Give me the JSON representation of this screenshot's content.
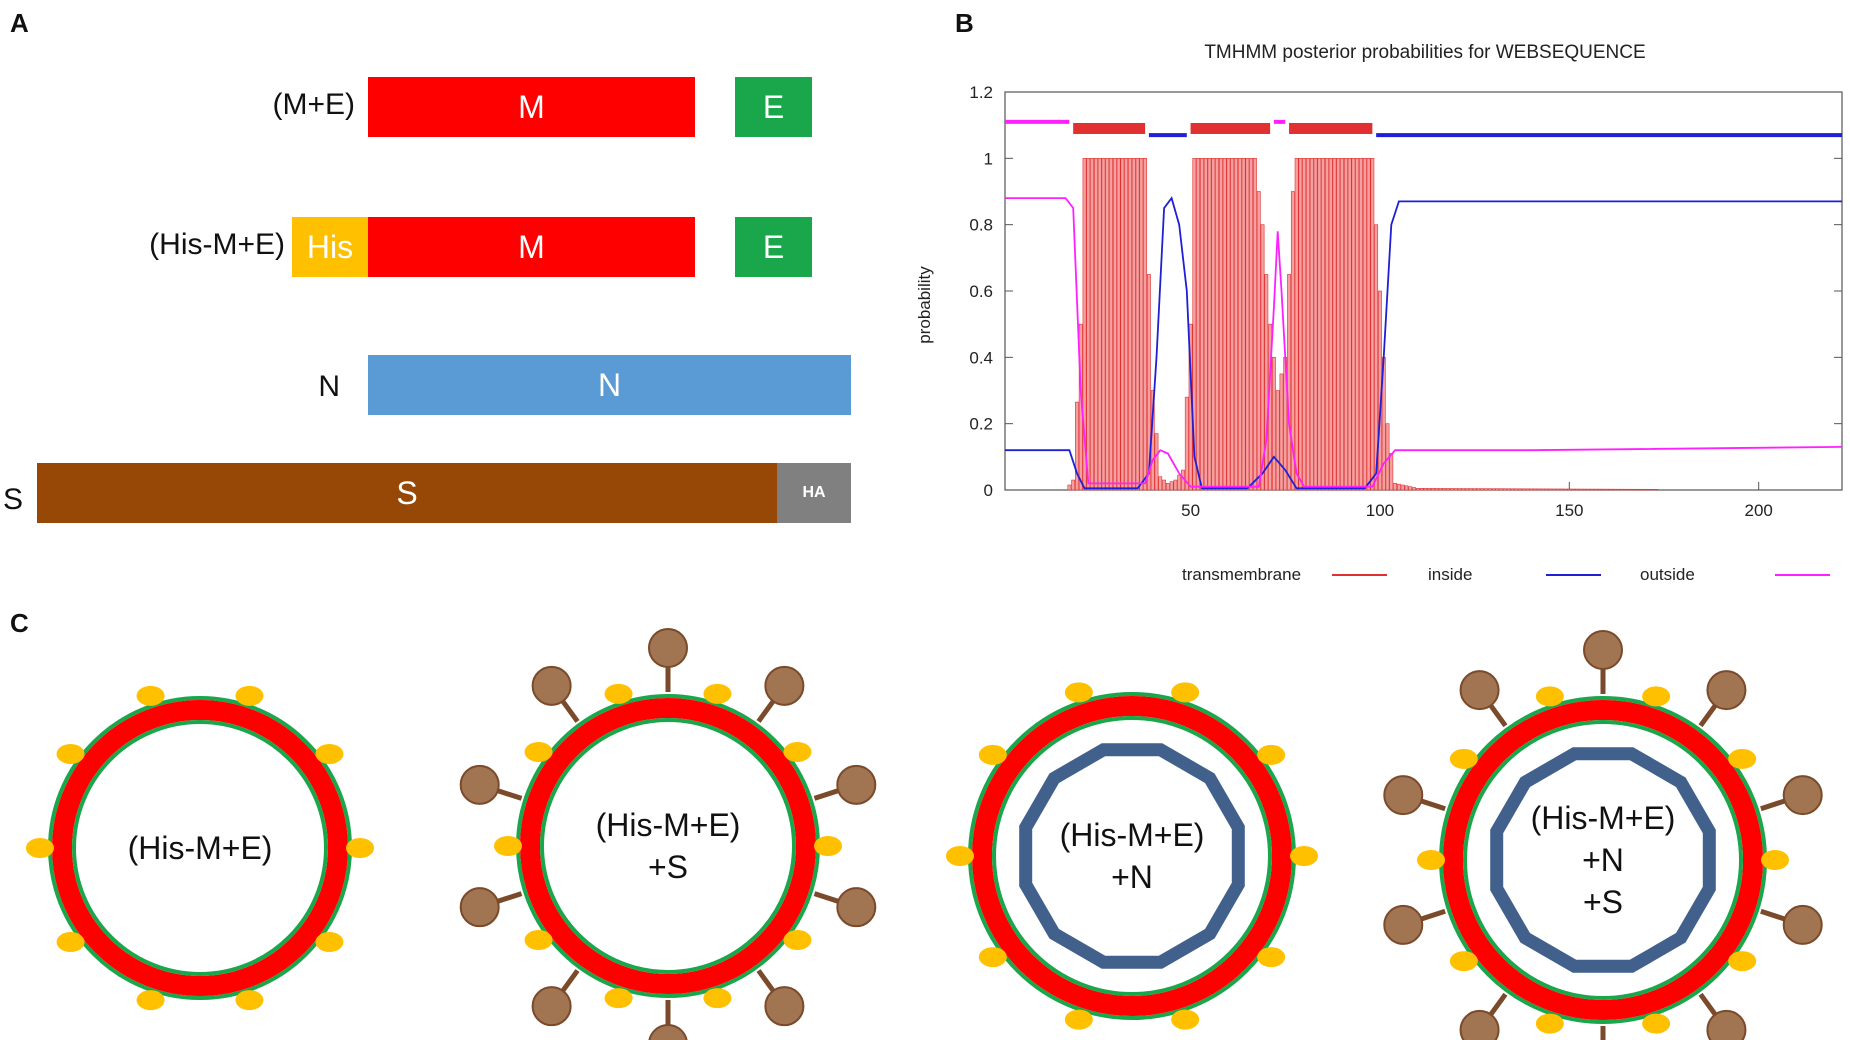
{
  "panels": {
    "a": "A",
    "b": "B",
    "c": "C"
  },
  "constructs": {
    "rows": [
      {
        "label": "(M+E)",
        "boxes": [
          {
            "text": "M",
            "color": "#ff0000"
          },
          {
            "text": "E",
            "color": "#1aa64a"
          }
        ]
      },
      {
        "label": "(His-M+E)",
        "boxes": [
          {
            "text": "His",
            "color": "#ffc000"
          },
          {
            "text": "M",
            "color": "#ff0000"
          },
          {
            "text": "E",
            "color": "#1aa64a"
          }
        ]
      },
      {
        "label": "N",
        "boxes": [
          {
            "text": "N",
            "color": "#5b9bd5"
          }
        ]
      },
      {
        "label": "S",
        "boxes": [
          {
            "text": "S",
            "color": "#974806"
          },
          {
            "text": "HA",
            "color": "#808080"
          }
        ]
      }
    ]
  },
  "chart_data": {
    "type": "line",
    "title": "TMHMM posterior probabilities for WEBSEQUENCE",
    "xlabel": "",
    "ylabel": "probability",
    "xlim": [
      1,
      222
    ],
    "ylim": [
      0,
      1.2
    ],
    "xticks": [
      50,
      100,
      150,
      200
    ],
    "yticks": [
      0,
      0.2,
      0.4,
      0.6,
      0.8,
      1,
      1.2
    ],
    "series": [
      {
        "name": "transmembrane",
        "color": "#e03030",
        "points": [
          [
            1,
            0
          ],
          [
            17,
            0
          ],
          [
            19,
            0.03
          ],
          [
            21,
            0.5
          ],
          [
            22,
            1
          ],
          [
            38,
            1
          ],
          [
            40,
            0.3
          ],
          [
            42,
            0.04
          ],
          [
            44,
            0.02
          ],
          [
            46,
            0.03
          ],
          [
            48,
            0.06
          ],
          [
            50,
            0.5
          ],
          [
            51,
            1
          ],
          [
            67,
            1
          ],
          [
            69,
            0.8
          ],
          [
            71,
            0.5
          ],
          [
            73,
            0.3
          ],
          [
            75,
            0.4
          ],
          [
            77,
            0.9
          ],
          [
            78,
            1
          ],
          [
            98,
            1
          ],
          [
            100,
            0.6
          ],
          [
            102,
            0.2
          ],
          [
            104,
            0.02
          ],
          [
            110,
            0.005
          ],
          [
            150,
            0.003
          ],
          [
            222,
            0
          ]
        ]
      },
      {
        "name": "inside",
        "color": "#1f1fd6",
        "points": [
          [
            1,
            0.12
          ],
          [
            18,
            0.12
          ],
          [
            20,
            0.05
          ],
          [
            22,
            0.005
          ],
          [
            36,
            0.005
          ],
          [
            39,
            0.05
          ],
          [
            41,
            0.4
          ],
          [
            43,
            0.85
          ],
          [
            45,
            0.88
          ],
          [
            47,
            0.8
          ],
          [
            49,
            0.6
          ],
          [
            51,
            0.1
          ],
          [
            53,
            0.005
          ],
          [
            65,
            0.005
          ],
          [
            69,
            0.05
          ],
          [
            72,
            0.1
          ],
          [
            75,
            0.06
          ],
          [
            78,
            0.005
          ],
          [
            96,
            0.005
          ],
          [
            99,
            0.05
          ],
          [
            101,
            0.4
          ],
          [
            103,
            0.8
          ],
          [
            105,
            0.87
          ],
          [
            222,
            0.87
          ]
        ]
      },
      {
        "name": "outside",
        "color": "#ff20ff",
        "points": [
          [
            1,
            0.88
          ],
          [
            17,
            0.88
          ],
          [
            19,
            0.85
          ],
          [
            21,
            0.3
          ],
          [
            23,
            0.02
          ],
          [
            38,
            0.02
          ],
          [
            40,
            0.09
          ],
          [
            42,
            0.12
          ],
          [
            44,
            0.11
          ],
          [
            47,
            0.05
          ],
          [
            50,
            0.01
          ],
          [
            68,
            0.01
          ],
          [
            70,
            0.15
          ],
          [
            72,
            0.55
          ],
          [
            73,
            0.78
          ],
          [
            74,
            0.6
          ],
          [
            76,
            0.2
          ],
          [
            78,
            0.05
          ],
          [
            80,
            0.01
          ],
          [
            98,
            0.01
          ],
          [
            101,
            0.08
          ],
          [
            104,
            0.12
          ],
          [
            140,
            0.12
          ],
          [
            222,
            0.13
          ]
        ]
      }
    ],
    "topology": [
      {
        "from": 1,
        "to": 18,
        "state": "outside"
      },
      {
        "from": 19,
        "to": 38,
        "state": "transmembrane"
      },
      {
        "from": 39,
        "to": 49,
        "state": "inside"
      },
      {
        "from": 50,
        "to": 71,
        "state": "transmembrane"
      },
      {
        "from": 72,
        "to": 75,
        "state": "outside"
      },
      {
        "from": 76,
        "to": 98,
        "state": "transmembrane"
      },
      {
        "from": 99,
        "to": 222,
        "state": "inside"
      }
    ]
  },
  "vlps": [
    {
      "lines": [
        "(His-M+E)"
      ],
      "spikes": false,
      "nucleocapsid": false
    },
    {
      "lines": [
        "(His-M+E)",
        "+S"
      ],
      "spikes": true,
      "nucleocapsid": false
    },
    {
      "lines": [
        "(His-M+E)",
        "+N"
      ],
      "spikes": false,
      "nucleocapsid": true
    },
    {
      "lines": [
        "(His-M+E)",
        "+N",
        "+S"
      ],
      "spikes": true,
      "nucleocapsid": true
    }
  ],
  "colors": {
    "membrane_red": "#ff0000",
    "membrane_green": "#1aa64a",
    "e_protein_yellow": "#ffc000",
    "spike_brown": "#a17552",
    "nucleocapsid_blue": "#41608c"
  }
}
